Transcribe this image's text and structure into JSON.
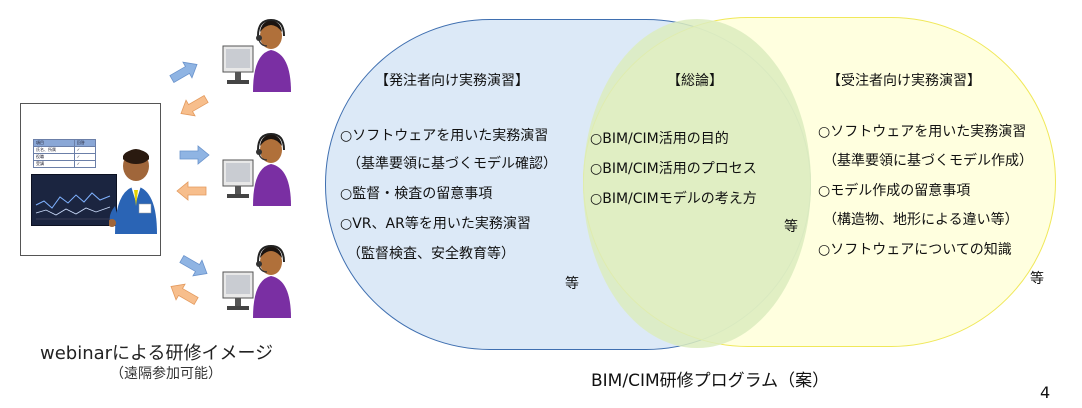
{
  "illustration": {
    "board_table": {
      "headers": [
        "項目",
        "回答"
      ],
      "rows": [
        [
          "氏名、所属",
          "✓"
        ],
        [
          "役職",
          "✓"
        ],
        [
          "受講",
          "✓"
        ]
      ]
    },
    "caption": "webinarによる研修イメージ",
    "subcaption": "（遠隔参加可能）",
    "colors": {
      "arrow_out": "#8fb4e3",
      "arrow_in": "#f7be8c",
      "headset_person": "#7a2fa3",
      "presenter": "#2a64b5"
    }
  },
  "venn": {
    "left": {
      "heading": "【発注者向け実務演習】",
      "items": [
        "○ソフトウェアを用いた実務演習",
        "（基準要領に基づくモデル確認）",
        "○監督・検査の留意事項",
        "○VR、AR等を用いた実務演習",
        "（監督検査、安全教育等）"
      ],
      "etc": "等",
      "color": "#dae8f7",
      "border": "#3f6fb0"
    },
    "center": {
      "heading": "【総論】",
      "items": [
        "○BIM/CIM活用の目的",
        "○BIM/CIM活用のプロセス",
        "○BIM/CIMモデルの考え方"
      ],
      "etc": "等"
    },
    "right": {
      "heading": "【受注者向け実務演習】",
      "items": [
        "○ソフトウェアを用いた実務演習",
        "（基準要領に基づくモデル作成）",
        "○モデル作成の留意事項",
        "（構造物、地形による違い等）",
        "○ソフトウェアについての知識"
      ],
      "etc": "等",
      "color": "#ffffd2",
      "border": "#f0e85a"
    },
    "title": "BIM/CIM研修プログラム（案）"
  },
  "page_number": "4"
}
